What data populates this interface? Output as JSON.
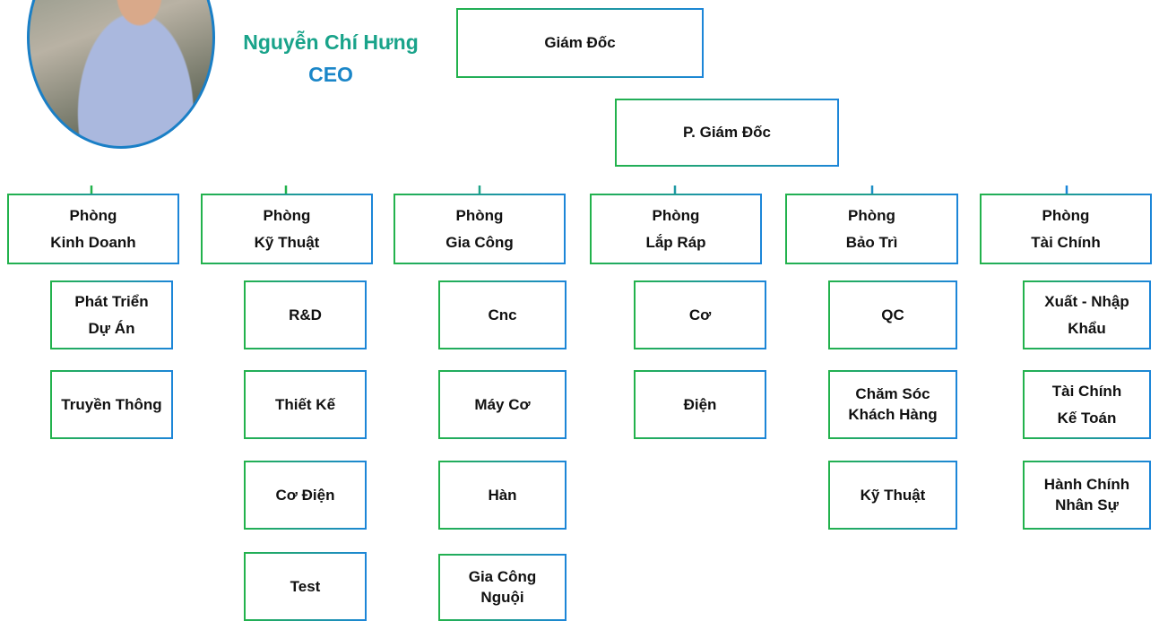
{
  "profile": {
    "name": "Nguyễn Chí Hưng",
    "title": "CEO"
  },
  "top": "Giám Đốc",
  "deputy": "P. Giám Đốc",
  "departments": [
    {
      "l1": "Phòng",
      "l2": "Kinh Doanh"
    },
    {
      "l1": "Phòng",
      "l2": "Kỹ Thuật"
    },
    {
      "l1": "Phòng",
      "l2": "Gia Công"
    },
    {
      "l1": "Phòng",
      "l2": "Lắp Ráp"
    },
    {
      "l1": "Phòng",
      "l2": "Bảo Trì"
    },
    {
      "l1": "Phòng",
      "l2": "Tài Chính"
    }
  ],
  "subunits": {
    "kinh_doanh": [
      {
        "l1": "Phát Triển",
        "l2": "Dự Án"
      },
      {
        "l1": "Truyền Thông"
      }
    ],
    "ky_thuat": [
      {
        "l1": "R&D"
      },
      {
        "l1": "Thiết Kế"
      },
      {
        "l1": "Cơ Điện"
      },
      {
        "l1": "Test"
      }
    ],
    "gia_cong": [
      {
        "l1": "Cnc"
      },
      {
        "l1": "Máy Cơ"
      },
      {
        "l1": "Hàn"
      },
      {
        "l1": "Gia Công",
        "l2": "Nguội"
      }
    ],
    "lap_rap": [
      {
        "l1": "Cơ"
      },
      {
        "l1": "Điện"
      }
    ],
    "bao_tri": [
      {
        "l1": "QC"
      },
      {
        "l1": "Chăm Sóc",
        "l2": "Khách Hàng"
      },
      {
        "l1": "Kỹ Thuật"
      }
    ],
    "tai_chinh": [
      {
        "l1": "Xuất - Nhập",
        "l2": "Khẩu"
      },
      {
        "l1": "Tài Chính",
        "l2": "Kế Toán"
      },
      {
        "l1": "Hành Chính",
        "l2": "Nhân Sự"
      }
    ]
  }
}
